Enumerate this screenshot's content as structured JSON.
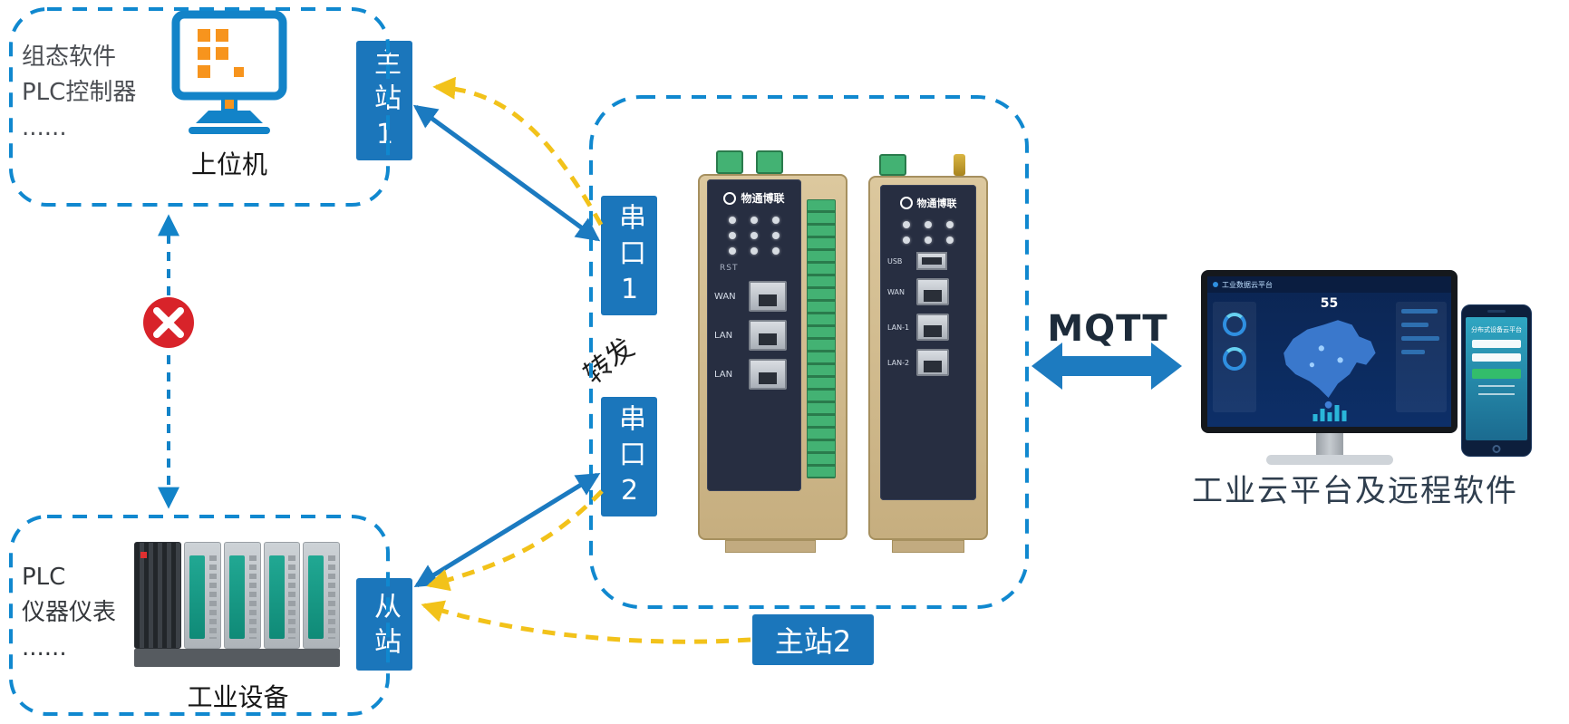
{
  "scene": {
    "host_box": {
      "lines": [
        "组态软件",
        "PLC控制器",
        "......"
      ],
      "caption": "上位机"
    },
    "plc_box": {
      "lines": [
        "PLC",
        "仪器仪表",
        "......"
      ],
      "caption": "工业设备"
    },
    "labels": {
      "master1": "主站1",
      "serial1": "串口1",
      "serial2": "串口2",
      "slave": "从站",
      "master2": "主站2",
      "forward": "转发",
      "mqtt": "MQTT",
      "cloud_caption": "工业云平台及远程软件"
    },
    "device1": {
      "brand": "物通博联",
      "reset": "RST",
      "ports": [
        "WAN",
        "LAN",
        "LAN"
      ]
    },
    "device2": {
      "brand": "物通博联",
      "usb": "USB",
      "ports": [
        "WAN",
        "LAN-1",
        "LAN-2"
      ]
    },
    "dashboard": {
      "title": "工业数据云平台",
      "metric": "55"
    },
    "phone": {
      "title": "分布式设备云平台"
    }
  },
  "colors": {
    "tag_blue": "#1b76bb",
    "dash_blue": "#1088cf",
    "arrow_blue": "#1b7ac0",
    "arrow_yellow": "#f2c21a",
    "error_red": "#d8232a",
    "panel_navy": "#272e41",
    "case_beige": "#cdb68c",
    "terminal_green": "#43b273"
  }
}
